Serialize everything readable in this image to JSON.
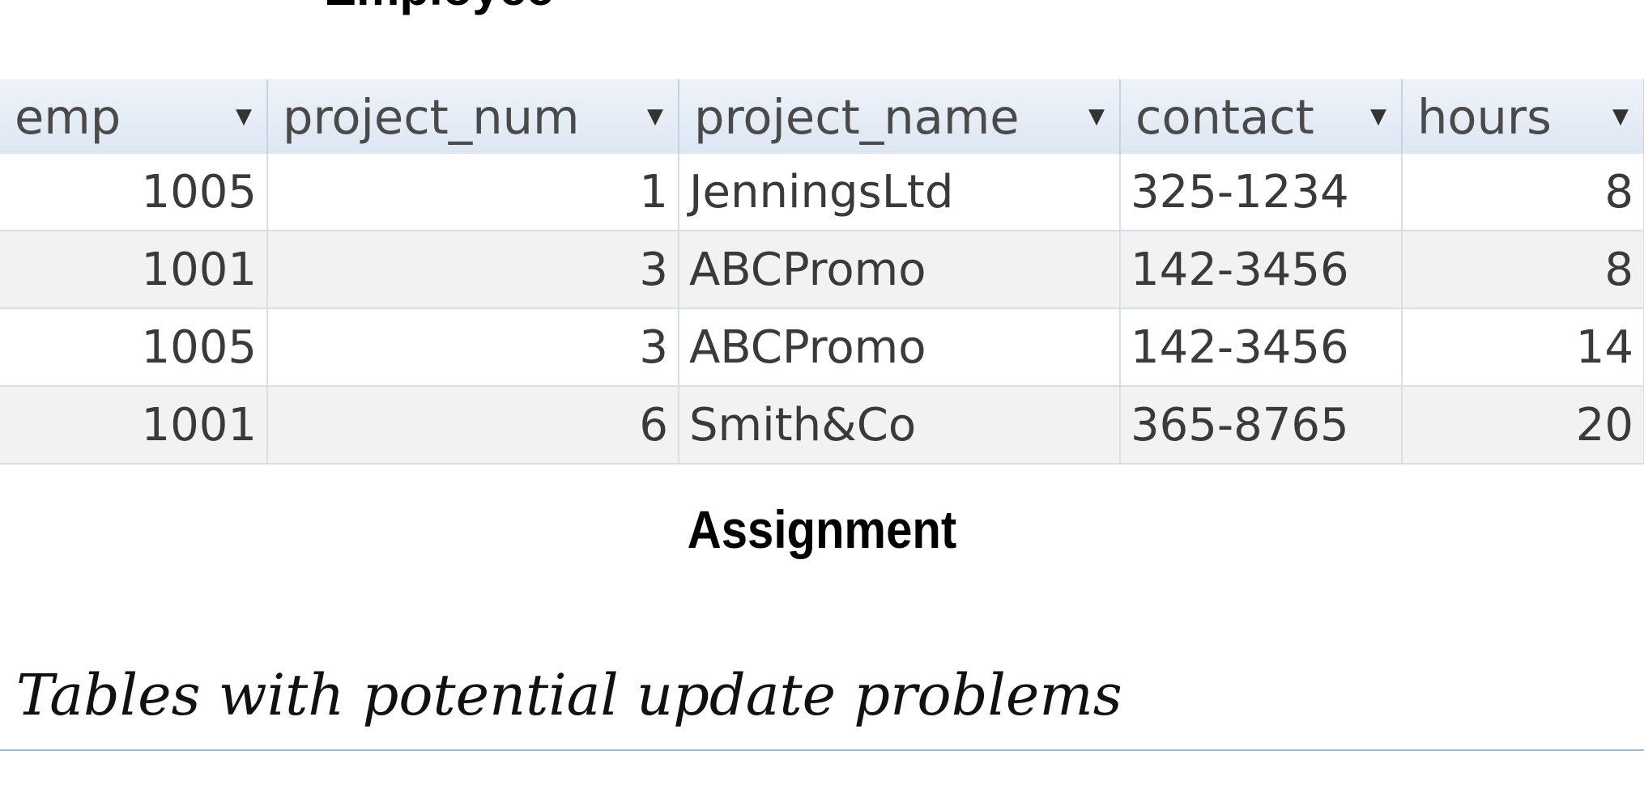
{
  "top_caption": "Employee",
  "table": {
    "columns": [
      {
        "label": "emp"
      },
      {
        "label": "project_num"
      },
      {
        "label": "project_name"
      },
      {
        "label": "contact"
      },
      {
        "label": "hours"
      }
    ],
    "rows": [
      {
        "emp": "1005",
        "project_num": "1",
        "project_name": "JenningsLtd",
        "contact": "325-1234",
        "hours": "8"
      },
      {
        "emp": "1001",
        "project_num": "3",
        "project_name": "ABCPromo",
        "contact": "142-3456",
        "hours": "8"
      },
      {
        "emp": "1005",
        "project_num": "3",
        "project_name": "ABCPromo",
        "contact": "142-3456",
        "hours": "14"
      },
      {
        "emp": "1001",
        "project_num": "6",
        "project_name": "Smith&Co",
        "contact": "365-8765",
        "hours": "20"
      }
    ]
  },
  "table_caption": "Assignment",
  "figure_caption": "Tables with potential update problems"
}
